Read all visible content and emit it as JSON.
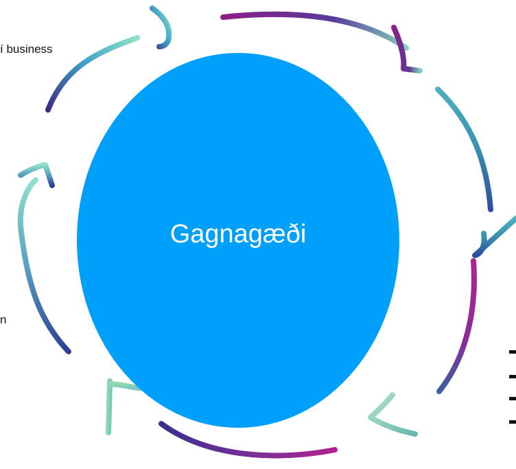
{
  "center": {
    "label": "Gagnagæði",
    "fill": "#009ffa",
    "label_color": "#ffffff"
  },
  "fragments": {
    "top_left": "í business",
    "mid_left": "n"
  },
  "arrows": [
    {
      "name": "arrow-top-left",
      "colors": [
        "#3b2a86",
        "#41a7c8",
        "#8fe0c8"
      ]
    },
    {
      "name": "arrow-top",
      "colors": [
        "#8b1f86",
        "#5a3a9a",
        "#7fd0c0"
      ]
    },
    {
      "name": "arrow-right-upper",
      "colors": [
        "#4fb0c0",
        "#3a8fb0",
        "#2b4fa0"
      ]
    },
    {
      "name": "arrow-right-lower",
      "colors": [
        "#b0238d",
        "#8b2c9a",
        "#3b5fa0"
      ]
    },
    {
      "name": "arrow-bottom-right",
      "colors": [
        "#a9e3c9",
        "#6bb7b0"
      ]
    },
    {
      "name": "arrow-bottom",
      "colors": [
        "#3a2f8c",
        "#7b2f97",
        "#b0238d"
      ]
    },
    {
      "name": "arrow-bottom-left",
      "colors": [
        "#8fd8b0",
        "#7ac7c0"
      ]
    },
    {
      "name": "arrow-left",
      "colors": [
        "#2f3f95",
        "#5aa0c0",
        "#8fe0c8"
      ]
    }
  ]
}
